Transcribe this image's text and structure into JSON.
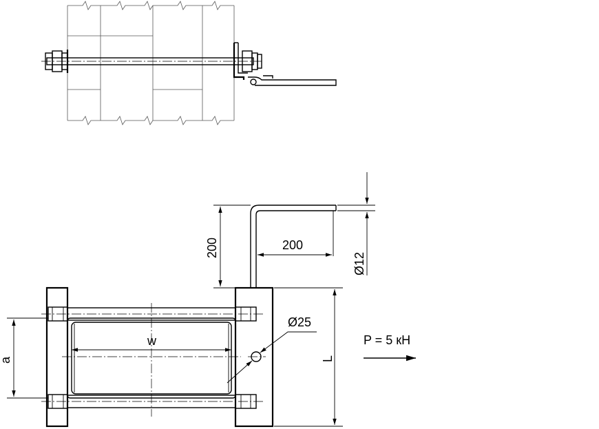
{
  "diagram": {
    "dimensions": {
      "arm_vertical": "200",
      "arm_horizontal": "200",
      "rod_diameter": "Ø12",
      "hole_diameter": "Ø25",
      "width": "w",
      "spacing": "a",
      "length": "L"
    },
    "load": "P = 5 кН"
  }
}
